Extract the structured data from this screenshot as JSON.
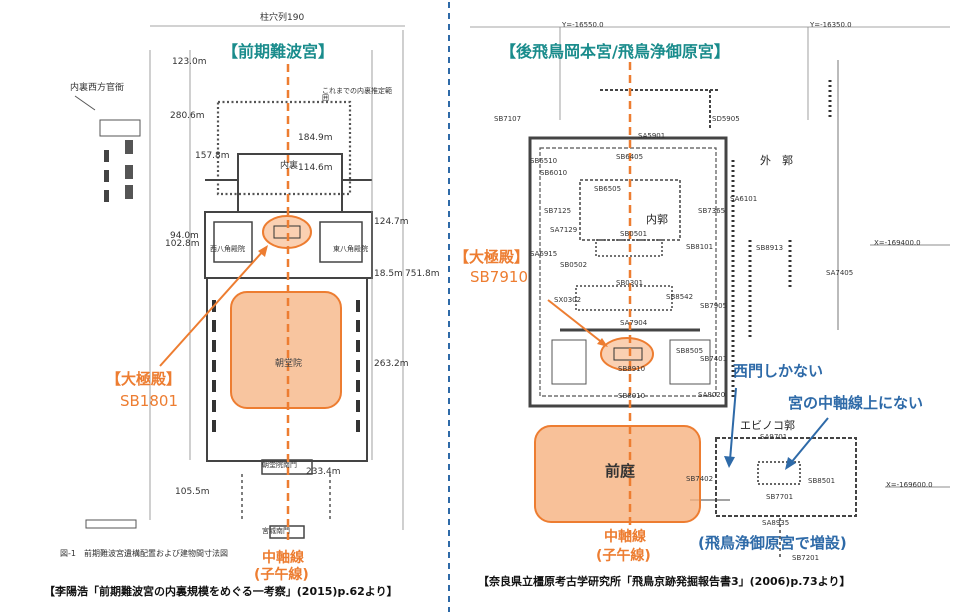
{
  "left": {
    "title": "【前期難波宮】",
    "dairokuden_label": "【大極殿】",
    "dairokuden_code": "SB1801",
    "axis_label_1": "中軸線",
    "axis_label_2": "(子午線)",
    "caption": "【李陽浩「前期難波宮の内裏規模をめぐる一考察」(2015)p.62より】",
    "plan": {
      "top_label": "柱穴列190",
      "west_office": "内裏西方官衙",
      "figure_caption": "図-1　前期難波宮遺構配置および建物間寸法図",
      "dims": [
        "123.0m",
        "280.6m",
        "157.8m",
        "184.9m",
        "114.6m",
        "124.7m",
        "94.0m",
        "102.8m",
        "18.5m",
        "751.8m",
        "263.2m",
        "233.4m",
        "105.5m"
      ],
      "labels": [
        "内裏",
        "朝堂院",
        "西八角殿院",
        "東八角殿院",
        "宮城南門",
        "朝堂院南門",
        "これまでの内裏推定範囲"
      ]
    }
  },
  "right": {
    "title": "【後飛鳥岡本宮/飛鳥浄御原宮】",
    "dairokuden_label": "【大極殿】",
    "dairokuden_code": "SB7910",
    "maeniwa": "前庭",
    "axis_label_1": "中軸線",
    "axis_label_2": "(子午線)",
    "note_west_gate": "西門しかない",
    "note_not_on_axis": "宮の中軸線上にない",
    "ebinoko": "エビノコ郭",
    "extension_note": "(飛鳥浄御原宮で増設)",
    "gaikaku": "外　郭",
    "naikaku": "内郭",
    "caption": "【奈良県立橿原考古学研究所「飛鳥京跡発掘報告書3」(2006)p.73より】",
    "plan": {
      "coords": [
        "Y=-16550.0",
        "Y=-16350.0",
        "X=-169400.0",
        "X=-169600.0"
      ],
      "codes": [
        "SB7107",
        "SA5901",
        "SD5905",
        "SB6405",
        "SB6510",
        "SB6010",
        "SB6505",
        "SB7125",
        "SB7365",
        "SA6101",
        "SA7129",
        "SB0501",
        "SB8101",
        "SA6915",
        "SB0502",
        "SB8913",
        "SA7405",
        "SB0301",
        "SX0302",
        "SB8542",
        "SB7905",
        "SA7904",
        "SB8505",
        "SB7401",
        "SB8910",
        "SB8010",
        "SA8020",
        "SA9701",
        "SB7402",
        "SB8501",
        "SB7701",
        "SA8935",
        "SB7201"
      ]
    }
  }
}
